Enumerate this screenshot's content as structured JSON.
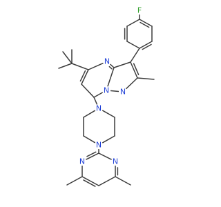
{
  "structure": {
    "atoms": [
      {
        "id": "F",
        "symbol": "F",
        "color": "#33a02c"
      },
      {
        "id": "N1",
        "symbol": "N",
        "color": "#1f3fd6"
      },
      {
        "id": "N2",
        "symbol": "N",
        "color": "#1f3fd6"
      },
      {
        "id": "N3",
        "symbol": "N",
        "color": "#1f3fd6"
      },
      {
        "id": "N4",
        "symbol": "N",
        "color": "#1f3fd6"
      },
      {
        "id": "N5",
        "symbol": "N",
        "color": "#1f3fd6"
      },
      {
        "id": "N6",
        "symbol": "N",
        "color": "#1f3fd6"
      },
      {
        "id": "N7",
        "symbol": "N",
        "color": "#1f3fd6"
      }
    ],
    "bond_color": "#3c3c3c"
  }
}
